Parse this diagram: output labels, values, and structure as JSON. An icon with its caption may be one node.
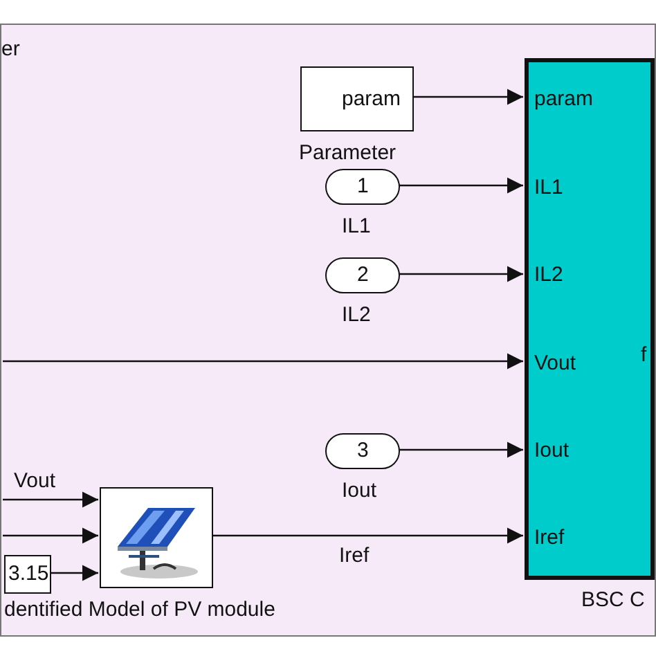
{
  "diagram": {
    "nodes": [
      {
        "text": [
          "er"
        ]
      },
      {
        "text": [
          "param",
          "Parameter"
        ],
        "in": 0
      },
      {
        "text": [
          "param",
          "IL1",
          "IL2",
          "Vout",
          "Iout",
          "Iref",
          "f",
          "BSC C"
        ],
        "in": 0
      },
      {
        "text": [
          "1",
          "IL1"
        ],
        "in": 0
      },
      {
        "text": [
          "2",
          "IL2"
        ],
        "in": 0
      },
      {
        "text": [
          "3",
          "Iout"
        ],
        "in": 0
      },
      {
        "text": [
          "dentified Model of PV module"
        ],
        "in": 0
      },
      {
        "text": [
          "3.15"
        ],
        "in": 0
      }
    ],
    "edges": [
      {
        "from": 1,
        "to": 2,
        "arrow": "to"
      },
      {
        "from": 3,
        "to": 2,
        "arrow": "to"
      },
      {
        "from": 4,
        "to": 2,
        "arrow": "to"
      },
      {
        "from": null,
        "to": 2,
        "arrow": "to"
      },
      {
        "from": 5,
        "to": 2,
        "arrow": "to"
      },
      {
        "from": 6,
        "to": 2,
        "label": "Iref",
        "arrow": "to"
      },
      {
        "from": null,
        "to": 6,
        "label": "Vout",
        "arrow": "to"
      },
      {
        "from": null,
        "to": 6,
        "arrow": "to"
      },
      {
        "from": 7,
        "to": 6,
        "arrow": "to"
      }
    ]
  }
}
